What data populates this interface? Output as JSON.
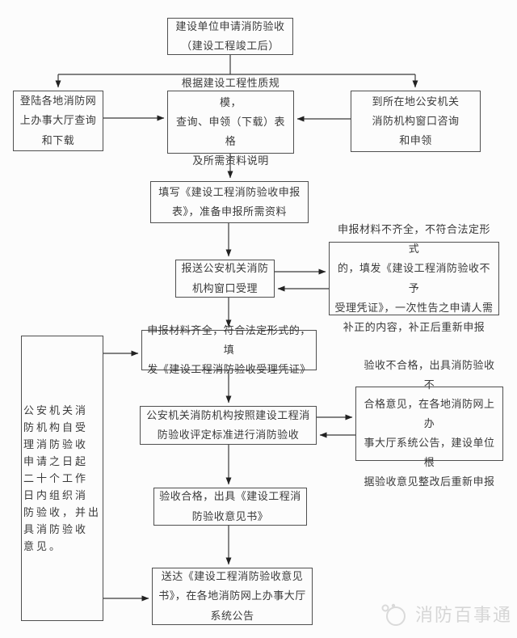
{
  "diagram": {
    "title": "建设工程消防验收流程图",
    "colors": {
      "background": "#fcfcfc",
      "box_border": "#4f4f4f",
      "line": "#333333",
      "text": "#3a3a3a",
      "watermark": "#d6d6d6"
    },
    "nodes": {
      "apply": {
        "text": "建设单位申请消防验收\n（建设工程竣工后）"
      },
      "online": {
        "text": "登陆各地消防网\n上办事大厅查询\n和下载"
      },
      "forms": {
        "text": "根据建设工程性质规模，\n查询、申领（下载）表格\n及所需资料说明"
      },
      "window": {
        "text": "到所在地公安机关\n消防机构窗口咨询\n和申领"
      },
      "fill": {
        "text": "填写《建设工程消防验收申报\n表》，准备申报所需资料"
      },
      "submit": {
        "text": "报送公安机关消防\n机构窗口受理"
      },
      "incomplete": {
        "text": "申报材料不齐全，不符合法定形式\n的，填发《建设工程消防验收不予\n受理凭证》，一次性告之申请人需\n补正的内容，补正后重新申报"
      },
      "complete": {
        "text": "申报材料齐全，符合法定形式的，填\n发《建设工程消防验收受理凭证》"
      },
      "timeline": {
        "text": "公安机关消\n防机构自受\n理消防验收\n申请之日起\n二十个工作\n日内组织消\n防验收，并出\n具消防验收\n意见。"
      },
      "inspect": {
        "text": "公安机关消防机构按照建设工程消\n防验收评定标准进行消防验收"
      },
      "fail": {
        "text": "验收不合格，出具消防验收不\n合格意见，在各地消防网上办\n事大厅系统公告，建设单位根\n据验收意见整改后重新申报"
      },
      "pass": {
        "text": "验收合格，出具《建设工程消\n防验收意见书》"
      },
      "deliver": {
        "text": "送达《建设工程消防验收意见\n书》，在各地消防网上办事大厅\n系统公告"
      }
    },
    "edges": [
      {
        "from": "apply",
        "to": "online"
      },
      {
        "from": "apply",
        "to": "window"
      },
      {
        "from": "online",
        "to": "forms"
      },
      {
        "from": "window",
        "to": "forms"
      },
      {
        "from": "forms",
        "to": "fill"
      },
      {
        "from": "fill",
        "to": "submit"
      },
      {
        "from": "submit",
        "to": "incomplete"
      },
      {
        "from": "incomplete",
        "to": "submit"
      },
      {
        "from": "submit",
        "to": "complete"
      },
      {
        "from": "timeline",
        "to": "complete"
      },
      {
        "from": "complete",
        "to": "inspect"
      },
      {
        "from": "inspect",
        "to": "fail"
      },
      {
        "from": "fail",
        "to": "inspect"
      },
      {
        "from": "inspect",
        "to": "pass"
      },
      {
        "from": "pass",
        "to": "deliver"
      },
      {
        "from": "timeline",
        "to": "deliver"
      }
    ],
    "watermark": {
      "text": "消防百事通"
    }
  }
}
